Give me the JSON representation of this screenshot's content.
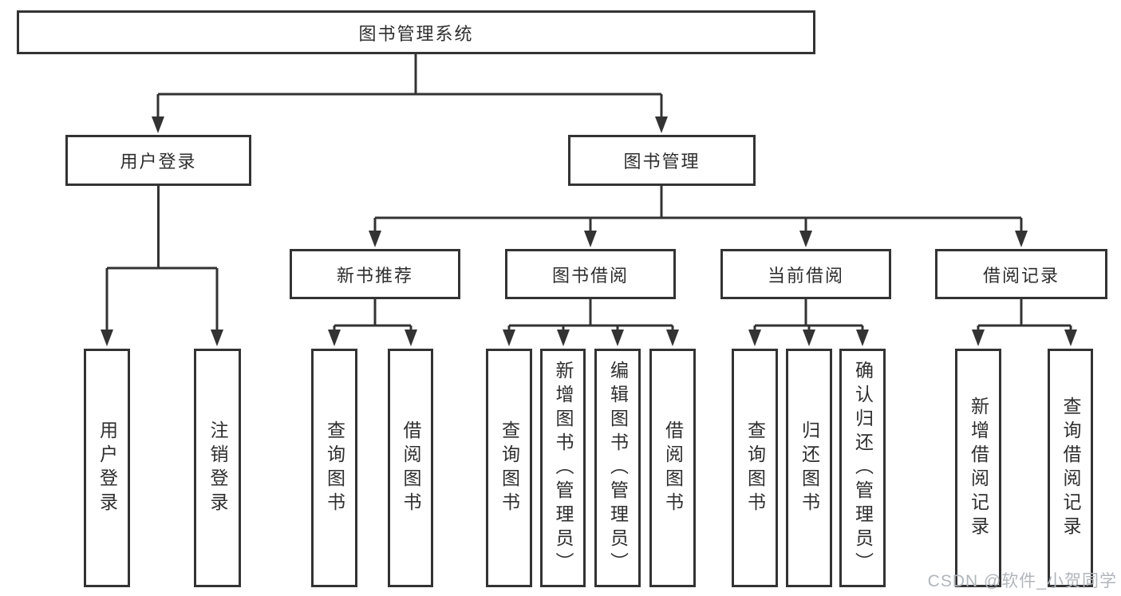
{
  "nodes": {
    "root": "图书管理系统",
    "level2": [
      "用户登录",
      "图书管理"
    ],
    "level3": [
      "新书推荐",
      "图书借阅",
      "当前借阅",
      "借阅记录"
    ],
    "leaves": [
      "用户登录",
      "注销登录",
      "查询图书",
      "借阅图书",
      "查询图书",
      "新增图书（管理员）",
      "编辑图书（管理员）",
      "借阅图书",
      "查询图书",
      "归还图书",
      "确认归还（管理员）",
      "新增借阅记录",
      "查询借阅记录"
    ]
  },
  "watermark": "CSDN @软件_小贺同学",
  "colors": {
    "line": "#333333",
    "box_border": "#333333",
    "box_fill": "#ffffff",
    "text": "#2e2e2e",
    "watermark": "#b1b6bb",
    "background": "#ffffff"
  }
}
